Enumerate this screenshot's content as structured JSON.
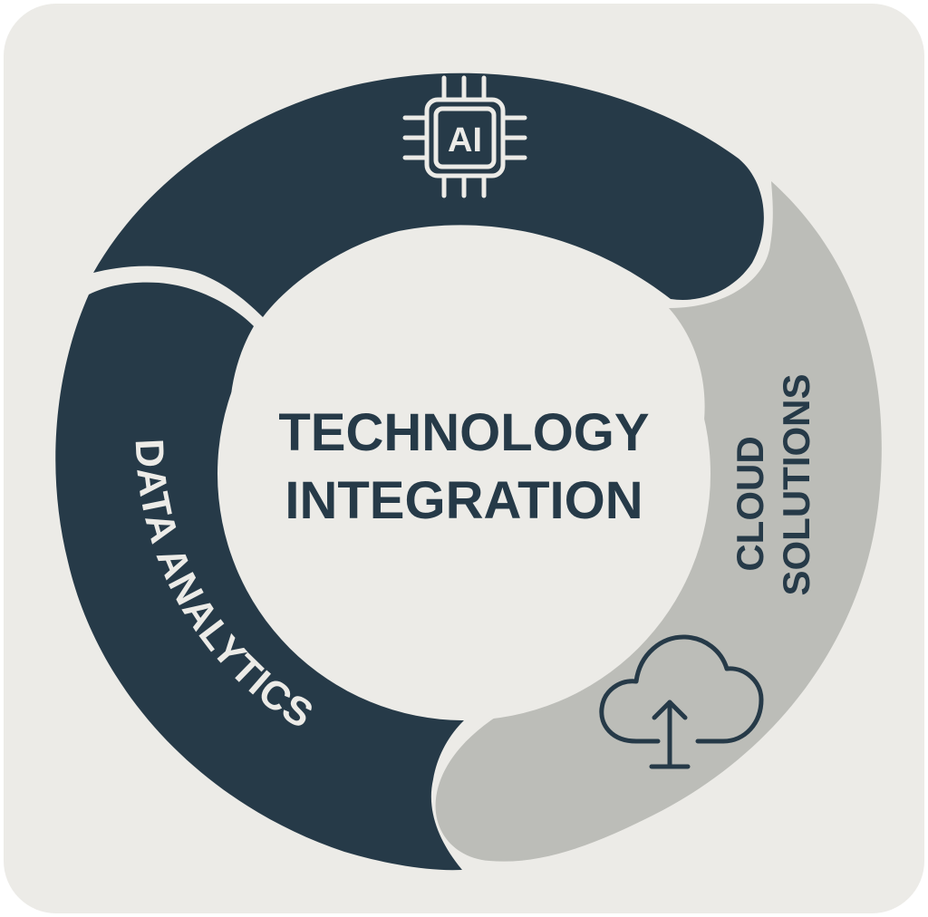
{
  "center": {
    "line1": "TECHNOLOGY",
    "line2": "INTEGRATION"
  },
  "segments": {
    "ai": {
      "chip_text": "AI",
      "icon": "ai-chip-icon"
    },
    "cloud": {
      "line1": "CLOUD",
      "line2": "SOLUTIONS",
      "icon": "cloud-upload-icon"
    },
    "data": {
      "label": "DATA ANALYTICS"
    }
  },
  "colors": {
    "background": "#ecebe7",
    "dark": "#263a48",
    "light_ring": "#bcbdb8",
    "center_fill": "#ecebe7",
    "text_dark": "#263a48",
    "text_light": "#ecebe7"
  }
}
